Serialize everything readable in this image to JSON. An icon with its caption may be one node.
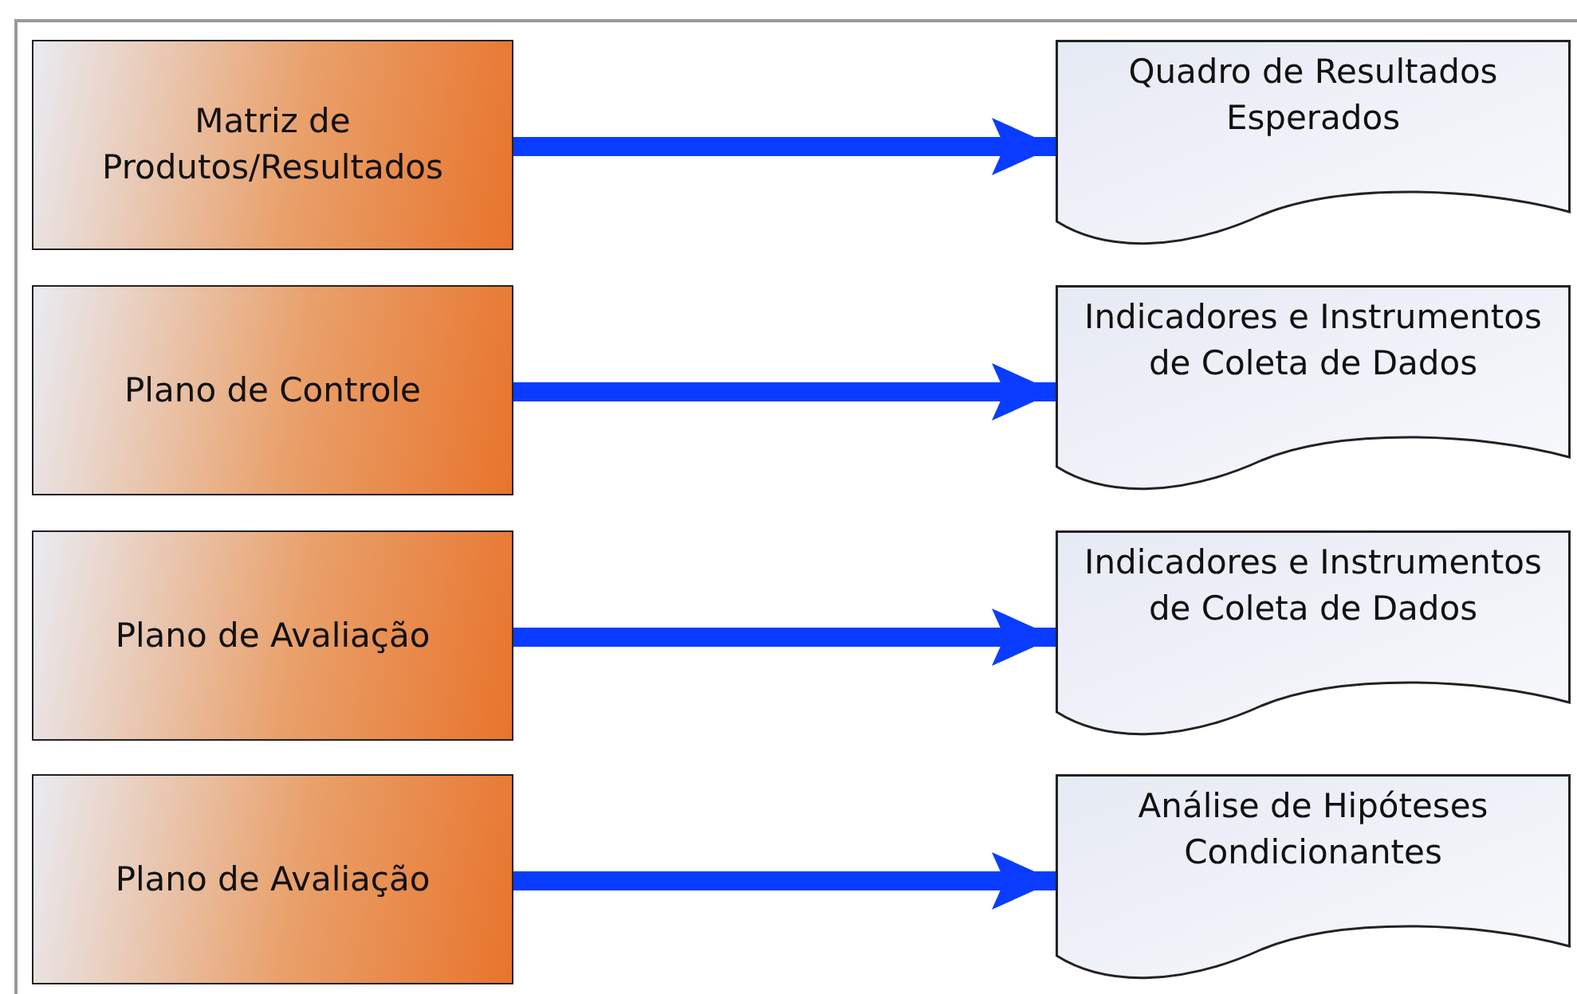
{
  "diagram": {
    "nodes": [
      {
        "text": [
          "Matriz de Produtos/Resultados"
        ]
      },
      {
        "text": [
          "Quadro de Resultados Esperados"
        ]
      },
      {
        "text": [
          "Plano de Controle"
        ]
      },
      {
        "text": [
          "Indicadores e Instrumentos de Coleta de Dados"
        ]
      },
      {
        "text": [
          "Plano de Avaliação"
        ]
      },
      {
        "text": [
          "Indicadores e Instrumentos de Coleta de Dados"
        ]
      },
      {
        "text": [
          "Plano de Avaliação"
        ]
      },
      {
        "text": [
          "Análise de Hipóteses Condicionantes"
        ]
      }
    ],
    "edges": [
      {
        "from": 0,
        "to": 1,
        "arrow": "to"
      },
      {
        "from": 2,
        "to": 3,
        "arrow": "to"
      },
      {
        "from": 4,
        "to": 5,
        "arrow": "to"
      },
      {
        "from": 6,
        "to": 7,
        "arrow": "to"
      }
    ]
  }
}
